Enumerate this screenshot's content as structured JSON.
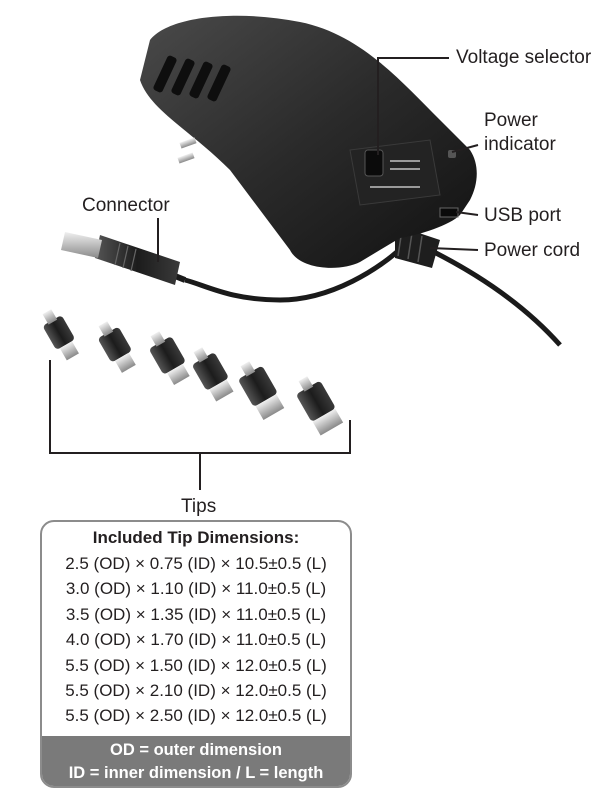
{
  "callouts": {
    "voltage_selector": "Voltage selector",
    "power_indicator_line1": "Power",
    "power_indicator_line2": "indicator",
    "usb_port": "USB port",
    "power_cord": "Power cord",
    "connector": "Connector",
    "tips": "Tips"
  },
  "tip_table": {
    "title": "Included Tip Dimensions:",
    "rows": [
      "2.5 (OD) × 0.75 (ID) × 10.5±0.5 (L)",
      "3.0 (OD) × 1.10 (ID) × 11.0±0.5 (L)",
      "3.5 (OD) × 1.35 (ID) × 11.0±0.5 (L)",
      "4.0 (OD) × 1.70 (ID) × 11.0±0.5 (L)",
      "5.5 (OD) × 1.50 (ID) × 12.0±0.5 (L)",
      "5.5 (OD) × 2.10 (ID) × 12.0±0.5 (L)",
      "5.5 (OD) × 2.50 (ID) × 12.0±0.5 (L)"
    ],
    "legend_line1": "OD = outer dimension",
    "legend_line2": "ID = inner dimension  /  L = length"
  },
  "colors": {
    "adapter_body": "#2b2b2b",
    "table_border": "#8c8c8c",
    "table_footer": "#7a7a7a"
  }
}
